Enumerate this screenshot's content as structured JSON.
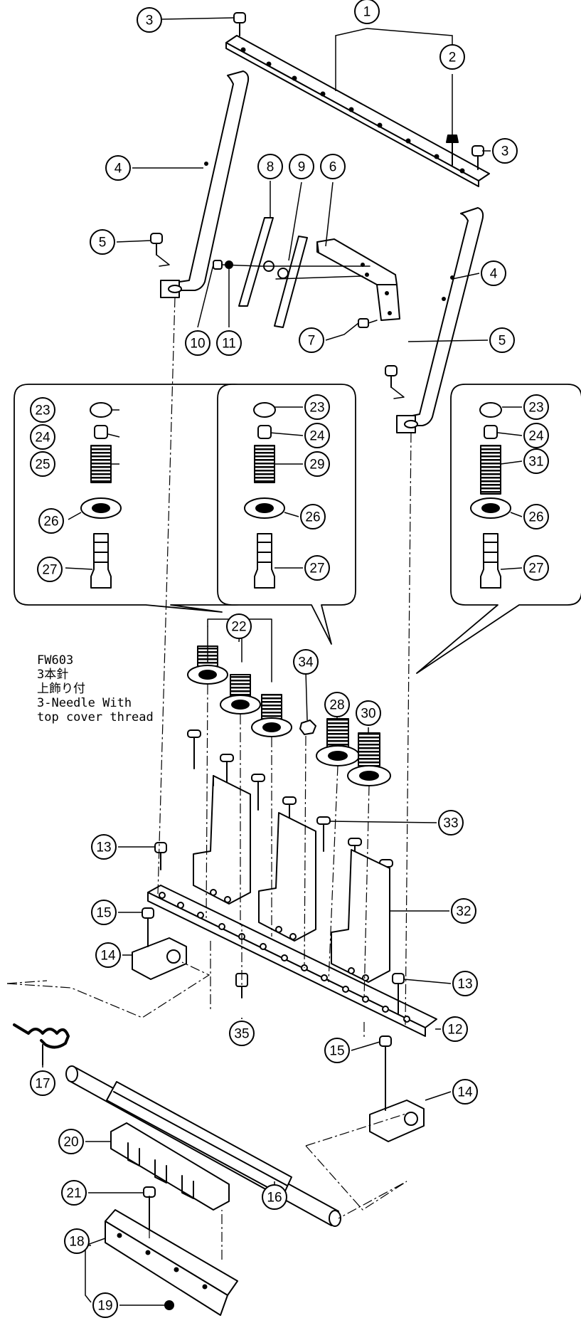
{
  "diagram": {
    "model_note": {
      "model": "FW603",
      "jp_line1": "3本針",
      "jp_line2": "上飾り付",
      "en_line1": "3-Needle With",
      "en_line2": "top cover thread"
    },
    "callouts": {
      "c1": "1",
      "c2": "2",
      "c3a": "3",
      "c3b": "3",
      "c4a": "4",
      "c4b": "4",
      "c5a": "5",
      "c5b": "5",
      "c6": "6",
      "c7": "7",
      "c8": "8",
      "c9": "9",
      "c10": "10",
      "c11": "11",
      "c12": "12",
      "c13a": "13",
      "c13b": "13",
      "c14a": "14",
      "c14b": "14",
      "c15a": "15",
      "c15b": "15",
      "c16": "16",
      "c17": "17",
      "c18": "18",
      "c19": "19",
      "c20": "20",
      "c21": "21",
      "c22": "22",
      "c23a": "23",
      "c23b": "23",
      "c23c": "23",
      "c24a": "24",
      "c24b": "24",
      "c24c": "24",
      "c25": "25",
      "c26a": "26",
      "c26b": "26",
      "c26c": "26",
      "c27a": "27",
      "c27b": "27",
      "c27c": "27",
      "c28": "28",
      "c29": "29",
      "c30": "30",
      "c31": "31",
      "c32": "32",
      "c33": "33",
      "c34": "34",
      "c35": "35"
    }
  }
}
